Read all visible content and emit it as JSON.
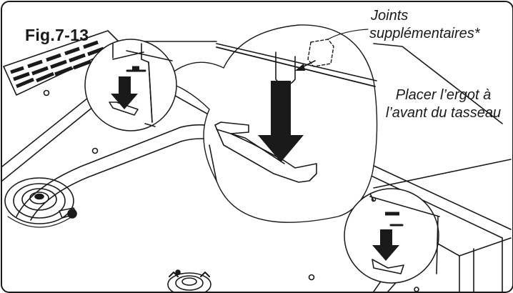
{
  "figure": {
    "label": "Fig.7-13"
  },
  "callouts": {
    "joints": {
      "line1": "Joints",
      "line2": "supplémentaires*"
    },
    "ergot": {
      "line1": "Placer l’ergot à",
      "line2": "l’avant du tasseau"
    }
  },
  "colors": {
    "ink": "#1a1a1a",
    "background": "#ffffff",
    "grille": "#2a2a2a"
  },
  "icons": [
    "down-arrow-icon",
    "leader-arrow-icon"
  ]
}
